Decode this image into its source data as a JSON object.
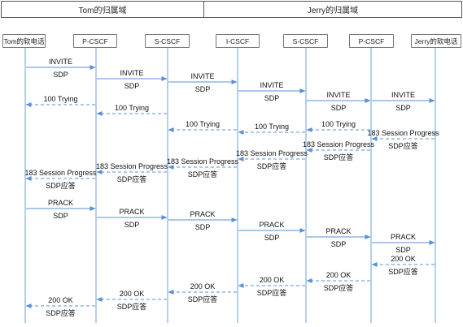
{
  "domains": [
    {
      "label": "Tom的归属域"
    },
    {
      "label": "Jerry的归属域"
    }
  ],
  "entities": [
    {
      "label": "Tom的软电话"
    },
    {
      "label": "P-CSCF"
    },
    {
      "label": "S-CSCF"
    },
    {
      "label": "I-CSCF"
    },
    {
      "label": "S-CSCF"
    },
    {
      "label": "P-CSCF"
    },
    {
      "label": "Jerry的软电话"
    }
  ],
  "messages": [
    {
      "from": 0,
      "to": 1,
      "label": "INVITE",
      "sub": "SDP",
      "style": "solid"
    },
    {
      "from": 1,
      "to": 2,
      "label": "INVITE",
      "sub": "SDP",
      "style": "solid"
    },
    {
      "from": 2,
      "to": 3,
      "label": "INVITE",
      "sub": "SDP",
      "style": "solid"
    },
    {
      "from": 3,
      "to": 4,
      "label": "INVITE",
      "sub": "SDP",
      "style": "solid"
    },
    {
      "from": 4,
      "to": 5,
      "label": "INVITE",
      "sub": "SDP",
      "style": "solid"
    },
    {
      "from": 5,
      "to": 6,
      "label": "INVITE",
      "sub": "SDP",
      "style": "solid"
    },
    {
      "from": 1,
      "to": 0,
      "label": "100 Trying",
      "sub": "",
      "style": "dashed"
    },
    {
      "from": 2,
      "to": 1,
      "label": "100 Trying",
      "sub": "",
      "style": "dashed"
    },
    {
      "from": 4,
      "to": 3,
      "label": "100 Trying",
      "sub": "",
      "style": "dashed"
    },
    {
      "from": 3,
      "to": 2,
      "label": "100 Trying",
      "sub": "",
      "style": "dashed"
    },
    {
      "from": 5,
      "to": 4,
      "label": "100 Trying",
      "sub": "",
      "style": "dashed"
    },
    {
      "from": 6,
      "to": 5,
      "label": "183 Session Progress",
      "sub": "SDP应答",
      "style": "dashed"
    },
    {
      "from": 5,
      "to": 4,
      "label": "183 Session Progress",
      "sub": "SDP应答",
      "style": "dashed"
    },
    {
      "from": 4,
      "to": 3,
      "label": "183 Session Progress",
      "sub": "SDP应答",
      "style": "dashed"
    },
    {
      "from": 3,
      "to": 2,
      "label": "183 Session Progress",
      "sub": "SDP应答",
      "style": "dashed"
    },
    {
      "from": 2,
      "to": 1,
      "label": "183 Session Progress",
      "sub": "SDP应答",
      "style": "dashed"
    },
    {
      "from": 1,
      "to": 0,
      "label": "183 Session Progress",
      "sub": "SDP应答",
      "style": "dashed"
    },
    {
      "from": 0,
      "to": 1,
      "label": "PRACK",
      "sub": "SDP",
      "style": "solid"
    },
    {
      "from": 1,
      "to": 2,
      "label": "PRACK",
      "sub": "SDP",
      "style": "solid"
    },
    {
      "from": 2,
      "to": 3,
      "label": "PRACK",
      "sub": "SDP",
      "style": "solid"
    },
    {
      "from": 3,
      "to": 4,
      "label": "PRACK",
      "sub": "SDP",
      "style": "solid"
    },
    {
      "from": 4,
      "to": 5,
      "label": "PRACK",
      "sub": "SDP",
      "style": "solid"
    },
    {
      "from": 5,
      "to": 6,
      "label": "PRACK",
      "sub": "SDP",
      "style": "solid"
    },
    {
      "from": 6,
      "to": 5,
      "label": "200 OK",
      "sub": "SDP应答",
      "style": "dashed"
    },
    {
      "from": 5,
      "to": 4,
      "label": "200 OK",
      "sub": "SDP应答",
      "style": "dashed"
    },
    {
      "from": 4,
      "to": 3,
      "label": "200 OK",
      "sub": "SDP应答",
      "style": "dashed"
    },
    {
      "from": 3,
      "to": 2,
      "label": "200 OK",
      "sub": "SDP应答",
      "style": "dashed"
    },
    {
      "from": 2,
      "to": 1,
      "label": "200 OK",
      "sub": "SDP应答",
      "style": "dashed"
    },
    {
      "from": 1,
      "to": 0,
      "label": "200 OK",
      "sub": "SDP应答",
      "style": "dashed"
    }
  ],
  "colors": {
    "arrow": "#5b8fd6",
    "lifeline": "#6aa0e0",
    "text": "#111111",
    "border": "#555555"
  }
}
